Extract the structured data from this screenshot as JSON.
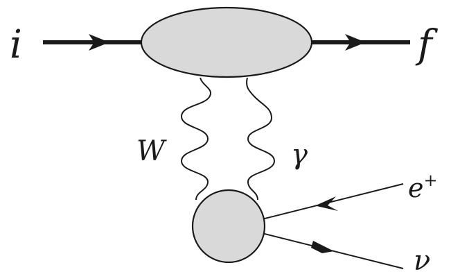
{
  "diagram": {
    "labels": {
      "initial": "i",
      "final": "f",
      "w_boson": "W",
      "photon": "γ",
      "positron": "e",
      "positron_charge": "+",
      "neutrino": "ν"
    },
    "colors": {
      "line": "#1a1a1a",
      "blob_fill": "#d9d9d9",
      "background": "#ffffff"
    }
  }
}
